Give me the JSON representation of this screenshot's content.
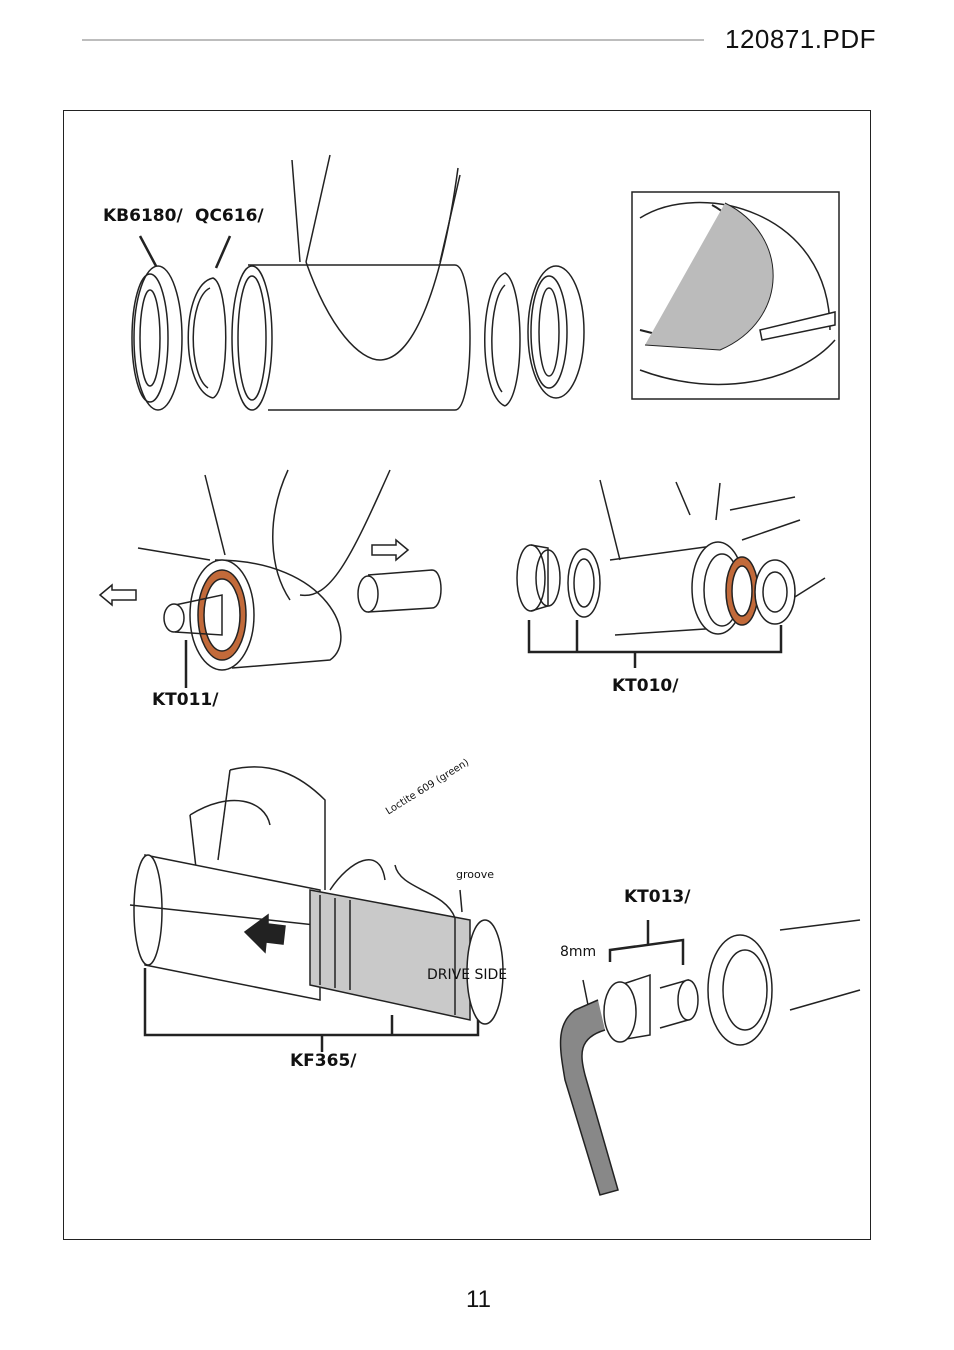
{
  "header": {
    "doc_id": "120871.PDF"
  },
  "labels": {
    "kb6180": "KB6180/",
    "qc616": "QC616/",
    "kt011": "KT011/",
    "kt010": "KT010/",
    "kf365": "KF365/",
    "kt013": "KT013/",
    "loctite": "Loctite 609 (green)",
    "groove": "groove",
    "drive_side": "DRIVE SIDE",
    "wrench_size": "8mm"
  },
  "colors": {
    "bearing": "#c26a3a",
    "sleeve": "#c9c9c9",
    "line": "#222222"
  },
  "footer": {
    "page_number": "11"
  }
}
